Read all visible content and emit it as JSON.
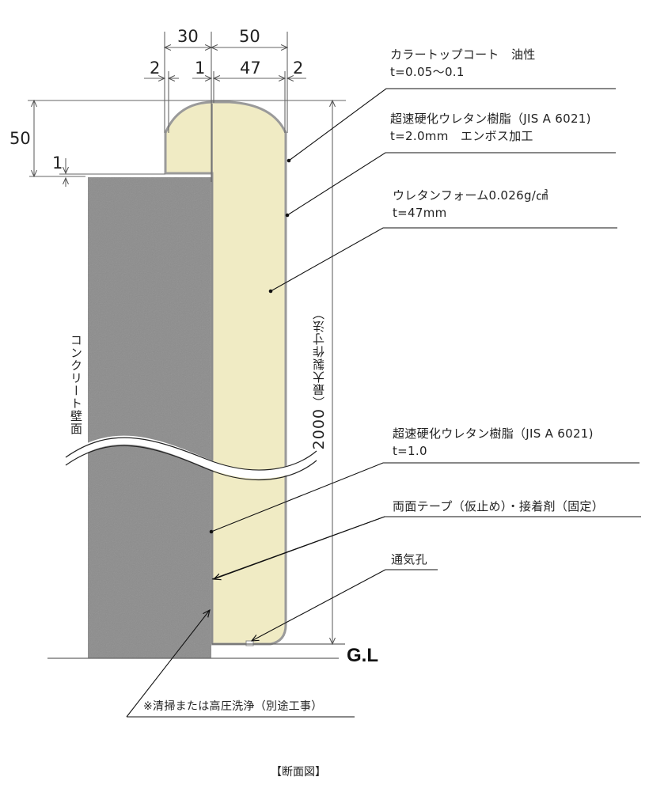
{
  "diagram": {
    "title": "【断面図】",
    "ground_label": "G.L",
    "wall_label": "コンクリート壁面",
    "height_dimension": "2000",
    "height_note": "（最大製作寸法）",
    "dimensions": {
      "top_left_width": "30",
      "top_right_width": "50",
      "left_margin": "2",
      "gap": "1",
      "foam_width": "47",
      "right_margin": "2",
      "top_height": "50",
      "step": "1"
    },
    "callouts": [
      {
        "line1": "カラートップコート　油性",
        "line2": "t=0.05〜0.1"
      },
      {
        "line1": "超速硬化ウレタン樹脂（JIS A 6021)",
        "line2": "t=2.0mm　エンボス加工"
      },
      {
        "line1": "ウレタンフォーム0.026g/㎤",
        "line2": "t=47mm"
      },
      {
        "line1": "超速硬化ウレタン樹脂（JIS A 6021)",
        "line2": "t=1.0"
      },
      {
        "line1": "両面テープ（仮止め）・接着剤（固定）"
      },
      {
        "line1": "通気孔"
      },
      {
        "line1": "※清掃または高圧洗浄（別途工事）"
      }
    ],
    "colors": {
      "concrete": "#8c8c8c",
      "foam": "#f0ebc4",
      "skin": "#9a9a9a",
      "line": "#555555",
      "leader": "#111111"
    }
  }
}
